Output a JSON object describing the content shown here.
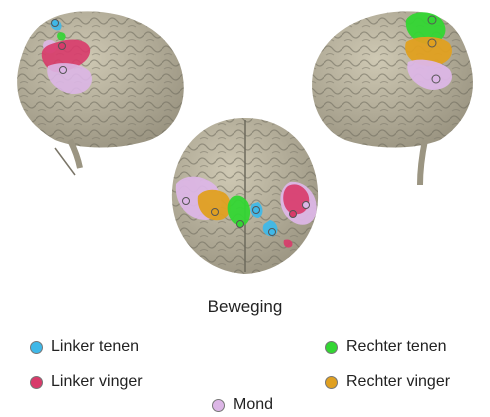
{
  "caption": "Beweging",
  "legend": [
    {
      "key": "left_toes",
      "label": "Linker tenen",
      "color": "#3fb8e8"
    },
    {
      "key": "left_finger",
      "label": "Linker vinger",
      "color": "#d83a6a"
    },
    {
      "key": "right_toes",
      "label": "Rechter tenen",
      "color": "#33d633"
    },
    {
      "key": "right_finger",
      "label": "Rechter vinger",
      "color": "#e0a020"
    },
    {
      "key": "mouth",
      "label": "Mond",
      "color": "#dcb6e6"
    }
  ],
  "brain_color": "#b7b19e"
}
